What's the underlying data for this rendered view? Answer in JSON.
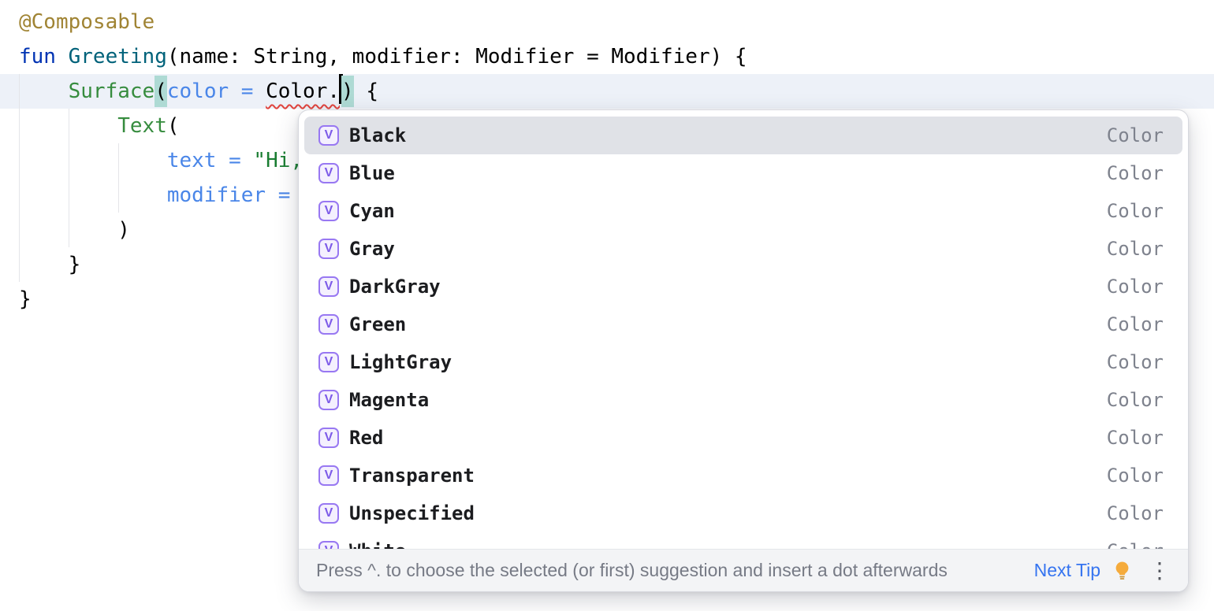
{
  "editor": {
    "code_lines": {
      "line1": {
        "annotation": "@Composable"
      },
      "line2": {
        "keyword": "fun ",
        "function_name": "Greeting",
        "signature": "(name: String, modifier: Modifier = Modifier) {"
      },
      "line3": {
        "indent": "    ",
        "call": "Surface",
        "open_paren": "(",
        "named_arg": "color = ",
        "error_token": "Color.",
        "close_paren": ")",
        "tail": " {"
      },
      "line4": {
        "indent": "        ",
        "call": "Text",
        "tail": "("
      },
      "line5": {
        "indent": "            ",
        "named_arg": "text = ",
        "string": "\"Hi,"
      },
      "line6": {
        "indent": "            ",
        "named_arg": "modifier = "
      },
      "line7": {
        "text": "        )"
      },
      "line8": {
        "text": "    }"
      },
      "line9": {
        "text": "}"
      }
    }
  },
  "completion": {
    "icon_glyph": "V",
    "items": [
      {
        "label": "Black",
        "type": "Color",
        "selected": true
      },
      {
        "label": "Blue",
        "type": "Color"
      },
      {
        "label": "Cyan",
        "type": "Color"
      },
      {
        "label": "Gray",
        "type": "Color"
      },
      {
        "label": "DarkGray",
        "type": "Color"
      },
      {
        "label": "Green",
        "type": "Color"
      },
      {
        "label": "LightGray",
        "type": "Color"
      },
      {
        "label": "Magenta",
        "type": "Color"
      },
      {
        "label": "Red",
        "type": "Color"
      },
      {
        "label": "Transparent",
        "type": "Color"
      },
      {
        "label": "Unspecified",
        "type": "Color"
      },
      {
        "label": "White",
        "type": "Color"
      }
    ],
    "hint_bar": {
      "text": "Press ^. to choose the selected (or first) suggestion and insert a dot afterwards",
      "link": "Next Tip",
      "more_icon": "⋮"
    }
  },
  "colors": {
    "current_line": "#EDF1F8",
    "selection_background": "#E0E2E7",
    "icon_purple": "#7C5AE8",
    "link_blue": "#3574F0",
    "annotation": "#A08434",
    "keyword": "#0033B3",
    "function_declaration": "#00627A",
    "composable_call": "#368C3E",
    "named_argument": "#4A86E8",
    "string": "#1A7D32",
    "error_underline": "#E0433D",
    "brace_match_highlight": "#AEDAD4",
    "bulb_amber": "#F5AB3C"
  }
}
